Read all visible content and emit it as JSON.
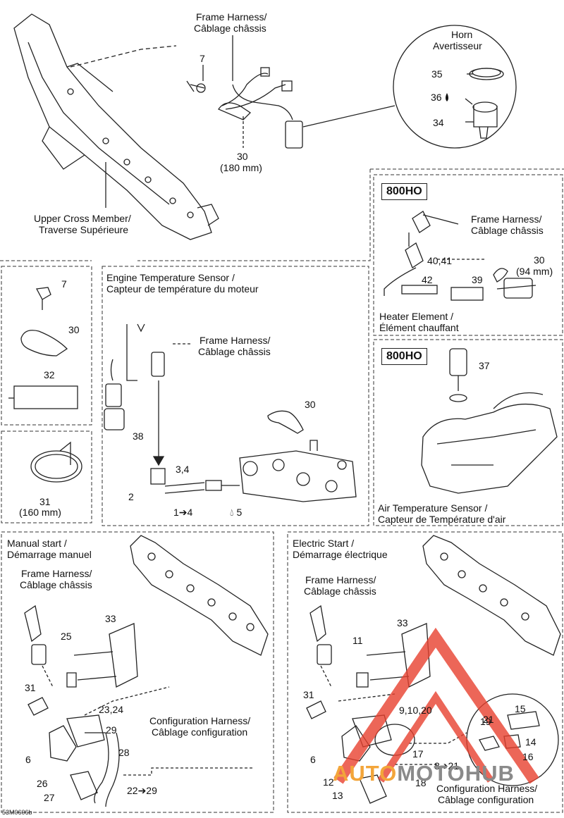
{
  "top": {
    "frame_harness": "Frame Harness/",
    "frame_harness_fr": "Câblage châssis",
    "c7": "7",
    "c30": "30",
    "c30_size": "(180 mm)",
    "upper_cross": "Upper Cross Member/",
    "upper_cross_fr": "Traverse Supérieure",
    "horn": "Horn",
    "horn_fr": "Avertisseur",
    "c35": "35",
    "c36": "36",
    "c34": "34"
  },
  "heater": {
    "tag": "800HO",
    "frame_harness": "Frame Harness/",
    "frame_harness_fr": "Câblage châssis",
    "c4041": "40,41",
    "c30": "30",
    "c30_size": "(94 mm)",
    "c42": "42",
    "c39": "39",
    "title": "Heater Element /",
    "title_fr": "Élément chauffant"
  },
  "smallparts": {
    "c7": "7",
    "c30": "30",
    "c32": "32",
    "c31": "31",
    "c31_size": "(160 mm)"
  },
  "engine": {
    "title": "Engine Temperature Sensor /",
    "title_fr": "Capteur de température du moteur",
    "frame_harness": "Frame Harness/",
    "frame_harness_fr": "Câblage châssis",
    "c38": "38",
    "c30": "30",
    "c34": "3,4",
    "c2": "2",
    "c14": "1➔4",
    "c5": "5"
  },
  "air": {
    "tag": "800HO",
    "c37": "37",
    "title": "Air Temperature Sensor /",
    "title_fr": "Capteur de Température d'air"
  },
  "manual": {
    "title": "Manual start /",
    "title_fr": "Démarrage manuel",
    "frame_harness": "Frame Harness/",
    "frame_harness_fr": "Câblage châssis",
    "c33": "33",
    "c25": "25",
    "c31": "31",
    "c2324": "23,24",
    "c29": "29",
    "c6": "6",
    "c28": "28",
    "c26": "26",
    "c27": "27",
    "c2229": "22➔29",
    "config": "Configuration Harness/",
    "config_fr": "Câblage configuration"
  },
  "electric": {
    "title": "Electric Start /",
    "title_fr": "Démarrage électrique",
    "frame_harness": "Frame Harness/",
    "frame_harness_fr": "Câblage châssis",
    "c33": "33",
    "c11": "11",
    "c31": "31",
    "c91020": "9,10,20",
    "c6": "6",
    "c17": "17",
    "c821": "8➔21",
    "c12": "12",
    "c13": "13",
    "c18": "18",
    "c15": "15",
    "c21": "21",
    "c19": "19",
    "c14": "14",
    "c16": "16",
    "config": "Configuration Harness/",
    "config_fr": "Câblage configuration"
  },
  "footer": {
    "code": "53M0606b"
  },
  "watermark": {
    "part1": "AUTO",
    "part2": "MOTO",
    "part3": "HUB",
    "color_red": "#e8412f",
    "color_orange": "#f3a53a",
    "color_gray": "#8a8a8a"
  }
}
